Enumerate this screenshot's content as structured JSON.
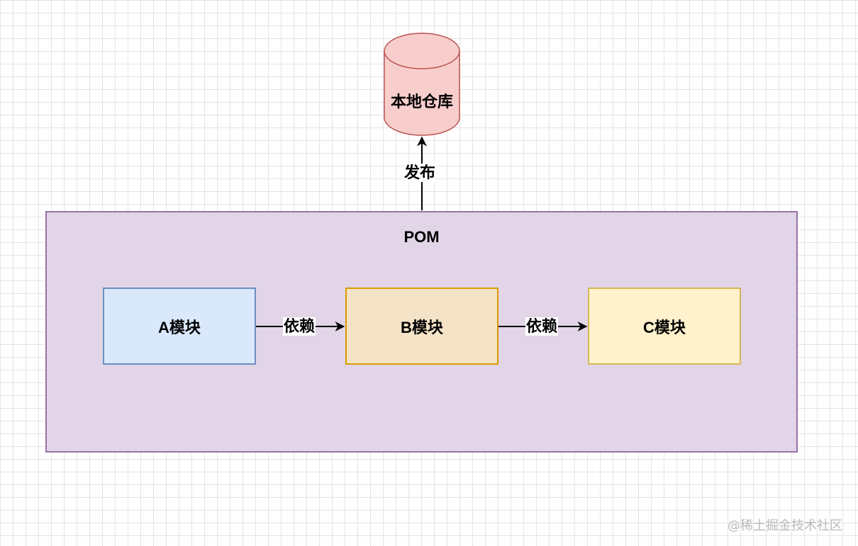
{
  "diagram": {
    "repository": {
      "label": "本地仓库",
      "shape": "cylinder",
      "fill": "#f8cecc",
      "stroke": "#b85450"
    },
    "container": {
      "title": "POM",
      "fill": "#e1d5e7",
      "stroke": "#9673a6"
    },
    "modules": [
      {
        "label": "A模块",
        "fill": "#dae8fc",
        "stroke": "#6c8ebf"
      },
      {
        "label": "B模块",
        "fill": "#f5e3c8",
        "stroke": "#d79b00"
      },
      {
        "label": "C模块",
        "fill": "#fff2cc",
        "stroke": "#d6b656"
      }
    ],
    "edges": [
      {
        "from": "POM",
        "to": "本地仓库",
        "label": "发布"
      },
      {
        "from": "A模块",
        "to": "B模块",
        "label": "依赖"
      },
      {
        "from": "B模块",
        "to": "C模块",
        "label": "依赖"
      }
    ]
  },
  "watermark": "@稀土掘金技术社区"
}
